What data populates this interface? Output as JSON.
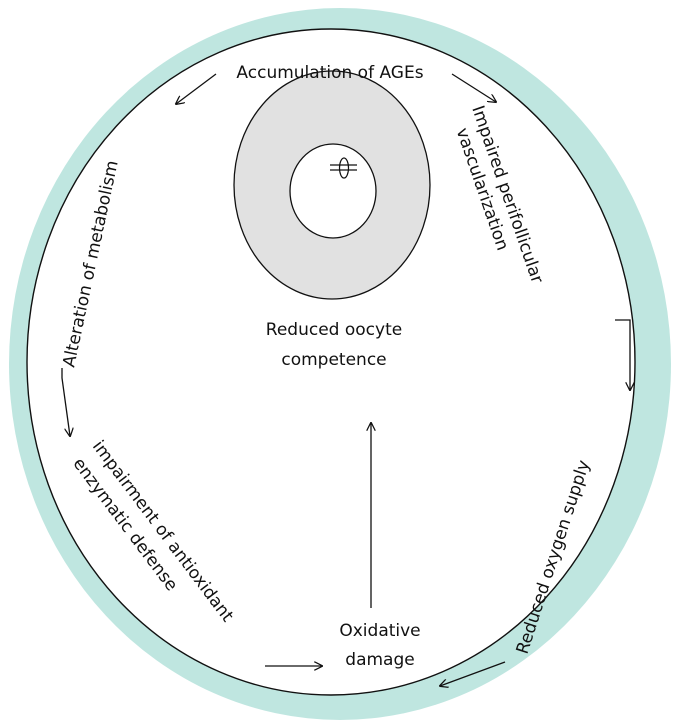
{
  "colors": {
    "outer_ring": "#bfe6e0",
    "follicle_fill": "#e1e1e1",
    "stroke": "#111111",
    "background": "#ffffff"
  },
  "labels": {
    "accumulation": "Accumulation of AGEs",
    "impaired_line1": "Impaired perifollicular",
    "impaired_line2": "vascularization",
    "reduced_oxygen": "Reduced oxygen supply",
    "oxidative_line1": "Oxidative",
    "oxidative_line2": "damage",
    "impairment_line1": "impairment of antioxidant",
    "impairment_line2": "enzymatic defense",
    "alteration": "Alteration of metabolism",
    "oocyte_line1": "Reduced oocyte",
    "oocyte_line2": "competence"
  }
}
